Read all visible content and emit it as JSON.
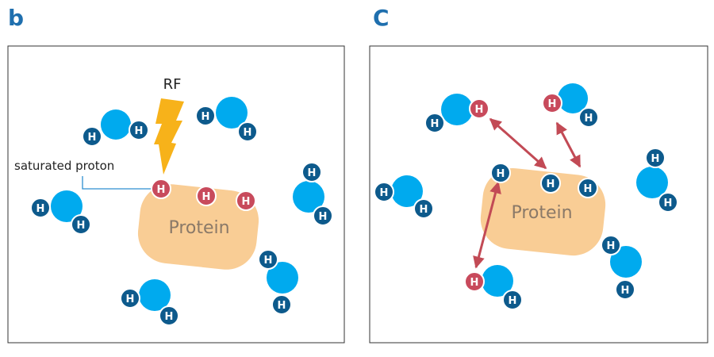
{
  "panels": [
    {
      "letter": "b",
      "protein_label": "Protein",
      "rf_label": "RF",
      "annotation": "saturated proton"
    },
    {
      "letter": "C",
      "protein_label": "Protein"
    }
  ],
  "atom_symbol": "H",
  "colors": {
    "panel_letter": "#1f6fae",
    "oxygen": "#00aaee",
    "hydrogen": "#0d5a8c",
    "protein_hydrogen": "#c84a5c",
    "protein": "#f9cd95",
    "arrow": "#c24a55",
    "lightning": "#f7b21a",
    "annotation_line": "#2d8fd0",
    "frame": "#333333"
  }
}
